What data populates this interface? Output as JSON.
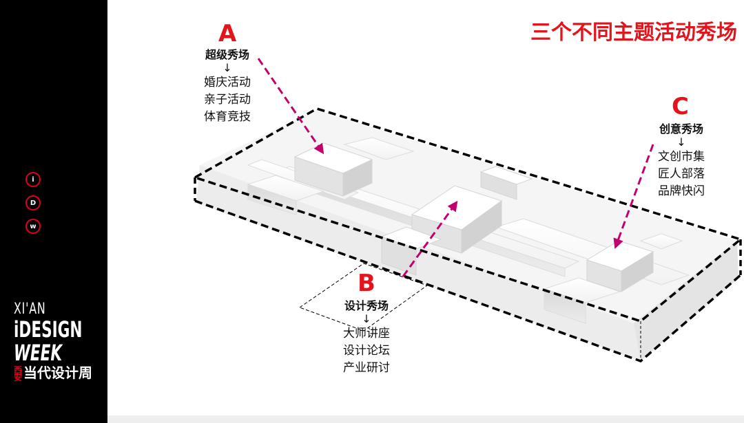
{
  "title": "三个不同主题活动秀场",
  "sidebar": {
    "badges": [
      "i",
      "D",
      "w"
    ],
    "logo": {
      "line1": "XI'AN",
      "line2": "iDESIGN",
      "line3": "WEEK",
      "xian": "西安",
      "cn": "当代设计周"
    }
  },
  "zones": [
    {
      "letter": "A",
      "name": "超级秀场",
      "arrow": "↓",
      "items": [
        "婚庆活动",
        "亲子活动",
        "体育竞技"
      ]
    },
    {
      "letter": "B",
      "name": "设计秀场",
      "arrow": "↓",
      "items": [
        "大师讲座",
        "设计论坛",
        "产业研讨"
      ]
    },
    {
      "letter": "C",
      "name": "创意秀场",
      "arrow": "↓",
      "items": [
        "文创市集",
        "匠人部落",
        "品牌快闪"
      ]
    }
  ],
  "colors": {
    "accent": "#e3141c",
    "dashed_arrow": "#c2006e",
    "sidebar": "#000000"
  }
}
